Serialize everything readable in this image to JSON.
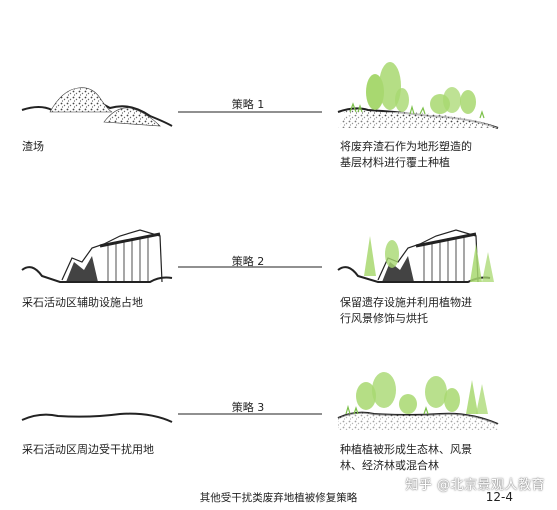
{
  "rows": [
    {
      "strategy": "策略 1",
      "left_label": [
        "渣场"
      ],
      "right_label": [
        "将废弃渣石作为地形塑造的",
        "基层材料进行覆土种植"
      ]
    },
    {
      "strategy": "策略 2",
      "left_label": [
        "采石活动区辅助设施占地"
      ],
      "right_label": [
        "保留遗存设施并利用植物进",
        "行风景修饰与烘托"
      ]
    },
    {
      "strategy": "策略 3",
      "left_label": [
        "采石活动区周边受干扰用地"
      ],
      "right_label": [
        "种植植被形成生态林、风景",
        "林、经济林或混合林"
      ]
    }
  ],
  "caption": "其他受干扰类废弃地植被修复策略",
  "page_number": "12-4",
  "watermark": "知乎 @北京景观人教育",
  "colors": {
    "vegetation": "#a8d870",
    "vegetation_dark": "#7cc04a",
    "ink": "#222222"
  }
}
